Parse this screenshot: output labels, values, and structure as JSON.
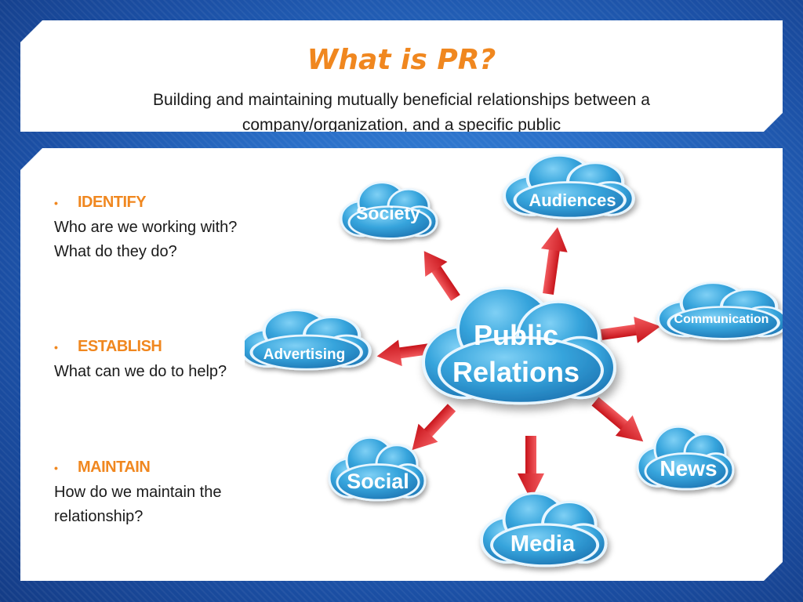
{
  "slide": {
    "title": "What is PR?",
    "subtitle": "Building and maintaining mutually beneficial relationships between a company/organization, and a specific public"
  },
  "bullets": [
    {
      "heading": "IDENTIFY",
      "text": "Who are we working with? What do they do?"
    },
    {
      "heading": "ESTABLISH",
      "text": "What can we do to help?"
    },
    {
      "heading": "MAINTAIN",
      "text": "How do we maintain the relationship?"
    }
  ],
  "diagram": {
    "center": {
      "line1": "Public",
      "line2": "Relations"
    },
    "nodes": [
      "Society",
      "Audiences",
      "Communication",
      "Advertising",
      "News",
      "Social",
      "Media"
    ]
  },
  "colors": {
    "accent": "#f0871f",
    "cloud": "#2e9bd6",
    "arrow": "#e8333a",
    "background": "#1f5bb5"
  },
  "icons": {
    "bullet": "•"
  }
}
